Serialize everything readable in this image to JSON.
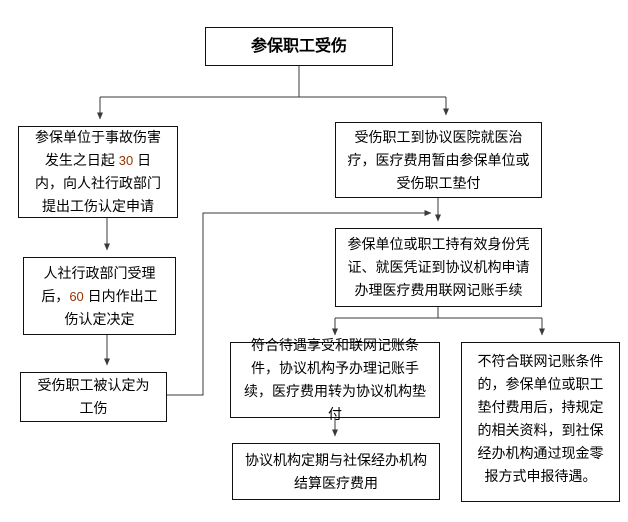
{
  "diagram": {
    "type": "flowchart",
    "background_color": "#ffffff",
    "box_border_color": "#111111",
    "line_color": "#3a3a3a",
    "number_accent_color": "#993300",
    "nodes": {
      "insured_injured": {
        "text": "参保职工受伤"
      },
      "apply_recognition": {
        "before": "参保单位于事故伤害发生之日起 ",
        "days": "30",
        "after": " 日内，向人社行政部门提出工伤认定申请"
      },
      "hospital_treatment": {
        "text": "受伤职工到协议医院就医治疗，医疗费用暂由参保单位或受伤职工垫付"
      },
      "decision_60": {
        "before": "人社行政部门受理后，",
        "days": "60",
        "after": " 日内作出工伤认定决定"
      },
      "confirmed_injury": {
        "text": "受伤职工被认定为工伤"
      },
      "network_billing": {
        "text": "参保单位或职工持有效身份凭证、就医凭证到协议机构申请办理医疗费用联网记账手续"
      },
      "eligible": {
        "text": "符合待遇享受和联网记账条件，协议机构予办理记账手续，医疗费用转为协议机构垫付"
      },
      "not_eligible": {
        "text": "不符合联网记账条件的，参保单位或职工垫付费用后，持规定的相关资料，到社保经办机构通过现金零报方式申报待遇。"
      },
      "settlement": {
        "text": "协议机构定期与社保经办机构结算医疗费用"
      }
    }
  }
}
